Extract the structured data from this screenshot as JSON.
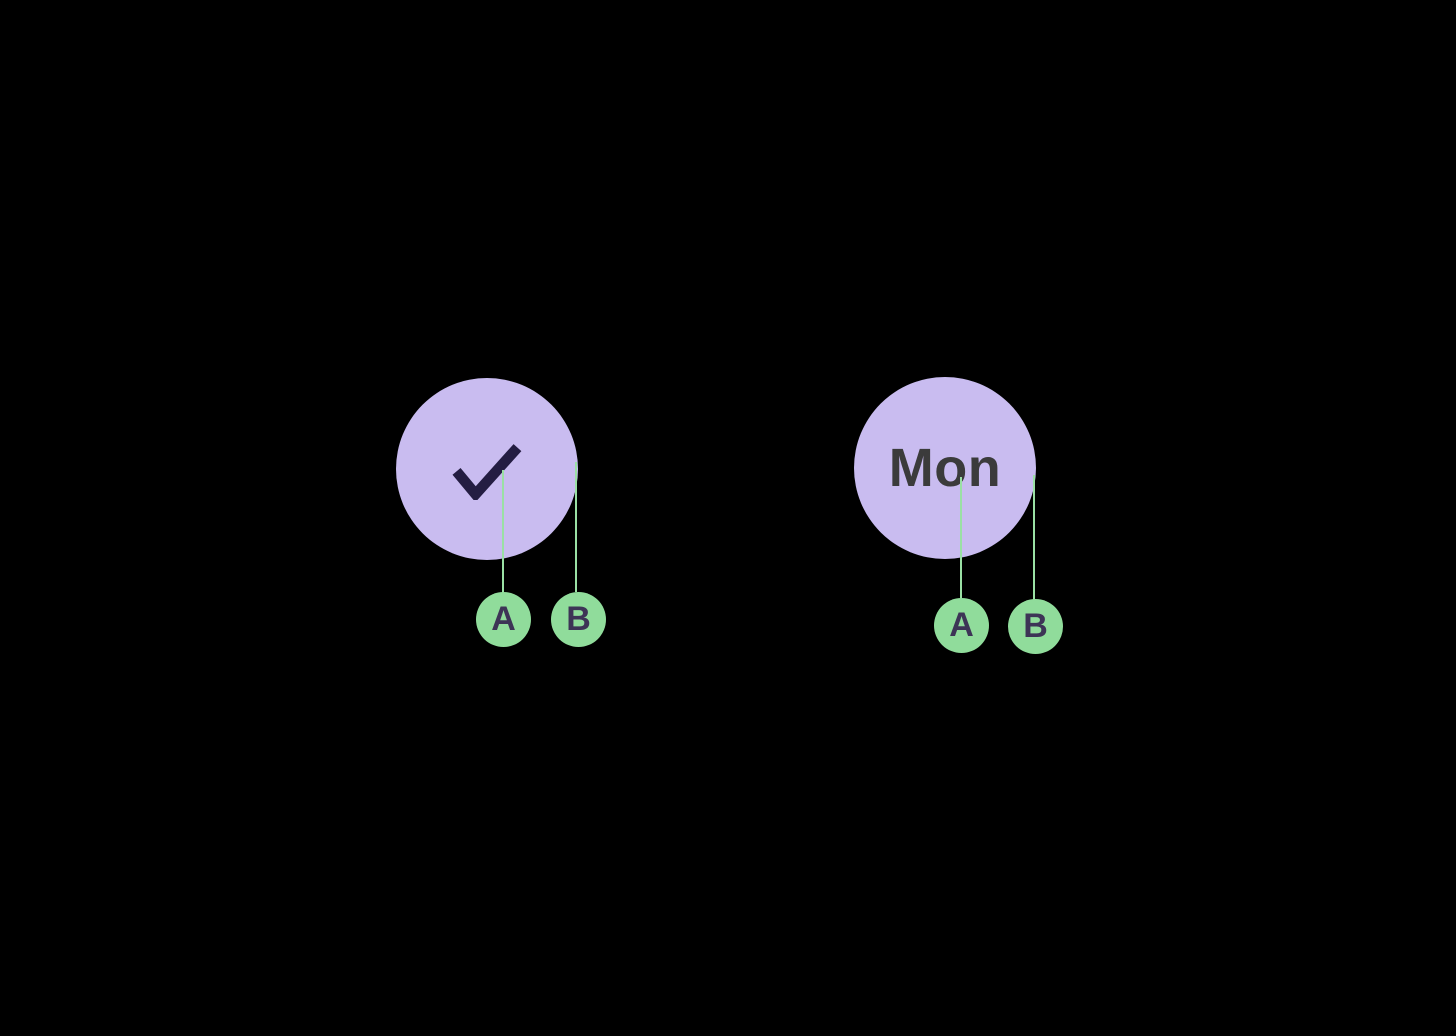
{
  "canvas": {
    "background": "#000000"
  },
  "colors": {
    "node_fill": "#c9bcf0",
    "marker_fill": "#90dc9b",
    "connector_line": "#9ae0a4",
    "check_stroke": "#241d42",
    "node_text": "#3b3b3b",
    "marker_text": "#3d3456"
  },
  "groups": [
    {
      "id": "check",
      "content_type": "icon",
      "icon": "check-icon",
      "markers": [
        {
          "label": "A"
        },
        {
          "label": "B"
        }
      ]
    },
    {
      "id": "mon",
      "content_type": "text",
      "label": "Mon",
      "markers": [
        {
          "label": "A"
        },
        {
          "label": "B"
        }
      ]
    }
  ]
}
